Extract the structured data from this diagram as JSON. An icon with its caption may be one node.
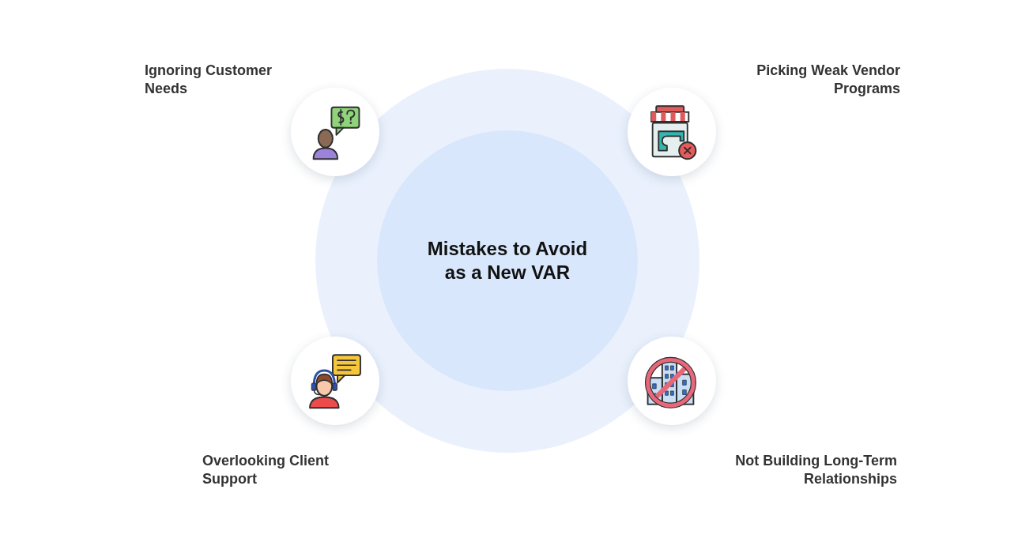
{
  "diagram": {
    "nodes": [
      {
        "text": [
          "Mistakes to Avoid as a New VAR"
        ]
      },
      {
        "text": [],
        "shape": "circle",
        "beside": [
          "Ignoring Customer Needs"
        ]
      },
      {
        "text": [],
        "shape": "circle",
        "beside": [
          "Picking Weak Vendor Programs"
        ]
      },
      {
        "text": [],
        "shape": "circle",
        "beside": [
          "Overlooking Client Support"
        ]
      },
      {
        "text": [],
        "shape": "circle",
        "beside": [
          "Not Building Long-Term Relationships"
        ]
      }
    ]
  }
}
